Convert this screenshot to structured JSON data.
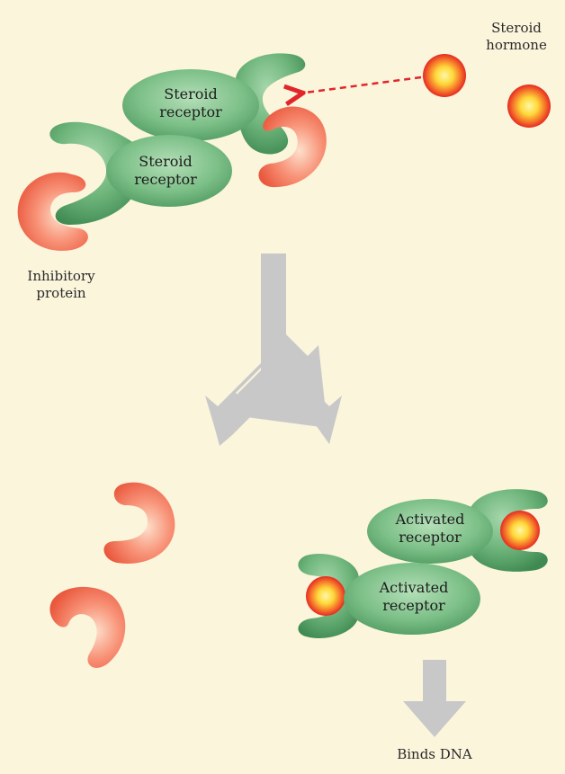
{
  "labels": {
    "steroid_hormone_line1": "Steroid",
    "steroid_hormone_line2": "hormone",
    "receptor_top_line1": "Steroid",
    "receptor_top_line2": "receptor",
    "receptor_bottom_line1": "Steroid",
    "receptor_bottom_line2": "receptor",
    "inhibitory_line1": "Inhibitory",
    "inhibitory_line2": "protein",
    "activated_top_line1": "Activated",
    "activated_top_line2": "receptor",
    "activated_bottom_line1": "Activated",
    "activated_bottom_line2": "receptor",
    "binds_dna": "Binds DNA"
  },
  "colors": {
    "background": "#fbf5dc",
    "receptor_green": "#6fb77d",
    "inhibitory_orange": "#f06a4d",
    "hormone_yellow": "#ffe14a",
    "hormone_red": "#ea2f24",
    "arrow_gray": "#c8c8c8",
    "dashed_arrow_red": "#e2252a"
  }
}
